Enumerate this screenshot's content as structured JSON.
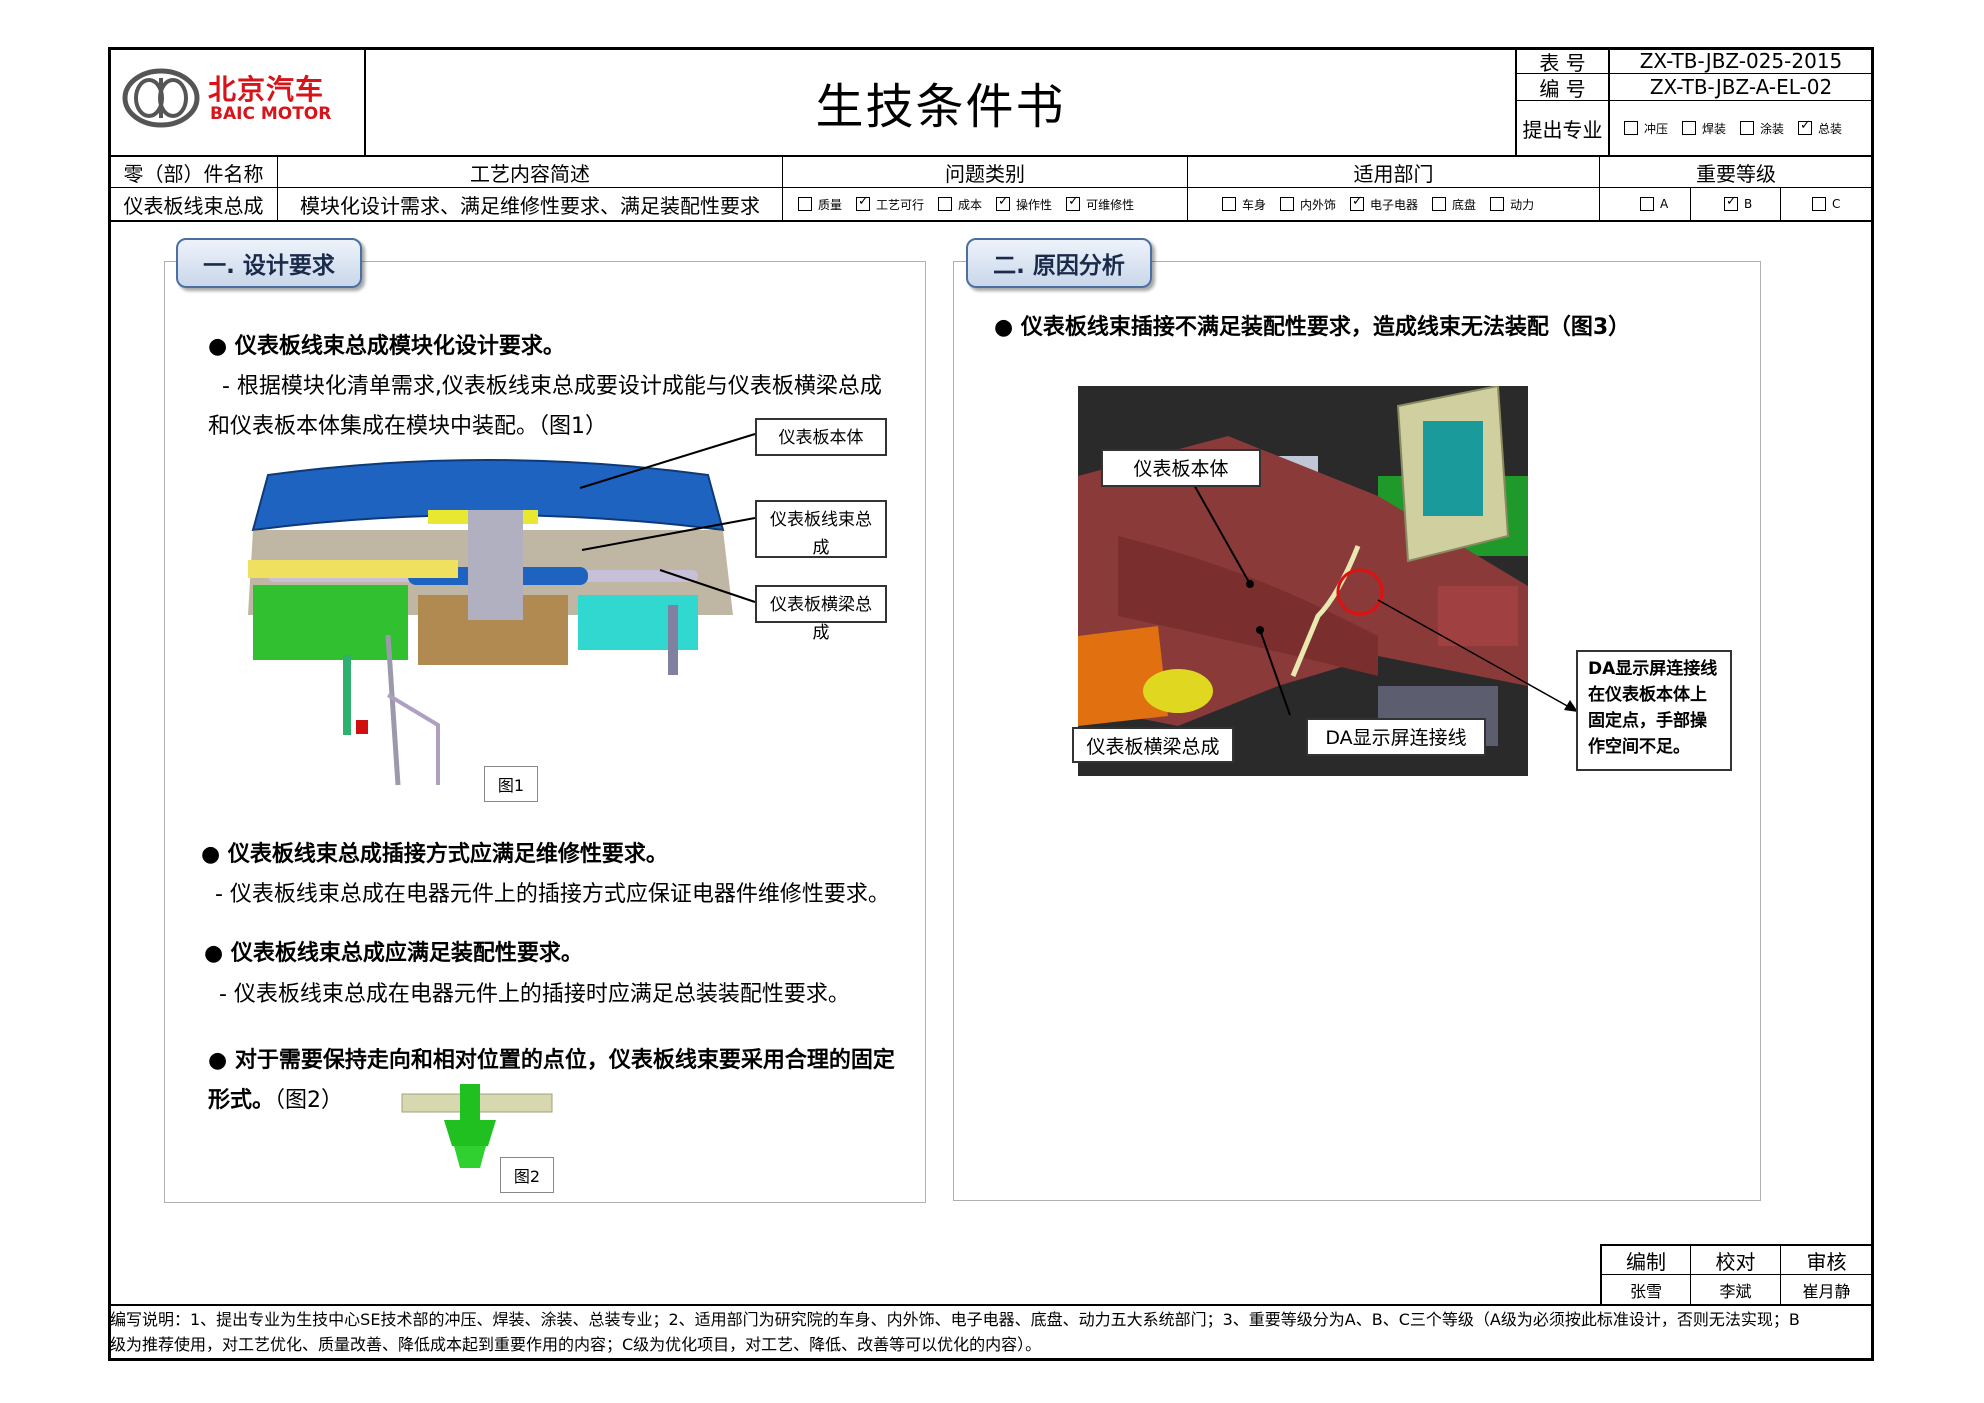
{
  "header": {
    "logo": {
      "cn": "北京汽车",
      "en": "BAIC MOTOR"
    },
    "title": "生技条件书",
    "meta": [
      {
        "label": "表 号",
        "value": "ZX-TB-JBZ-025-2015"
      },
      {
        "label": "编 号",
        "value": "ZX-TB-JBZ-A-EL-02"
      }
    ],
    "specialty": {
      "label": "提出专业",
      "options": [
        {
          "label": "冲压",
          "checked": false
        },
        {
          "label": "焊装",
          "checked": false
        },
        {
          "label": "涂装",
          "checked": false
        },
        {
          "label": "总装",
          "checked": true
        }
      ]
    }
  },
  "info_row": {
    "headers": {
      "part_name": "零（部）件名称",
      "process": "工艺内容简述",
      "problem": "问题类别",
      "dept": "适用部门",
      "level": "重要等级"
    },
    "part_name": "仪表板线束总成",
    "process": "模块化设计需求、满足维修性要求、满足装配性要求",
    "problem_options": [
      {
        "label": "质量",
        "checked": false
      },
      {
        "label": "工艺可行",
        "checked": true
      },
      {
        "label": "成本",
        "checked": false
      },
      {
        "label": "操作性",
        "checked": true
      },
      {
        "label": "可维修性",
        "checked": true
      }
    ],
    "dept_options": [
      {
        "label": "车身",
        "checked": false
      },
      {
        "label": "内外饰",
        "checked": false
      },
      {
        "label": "电子电器",
        "checked": true
      },
      {
        "label": "底盘",
        "checked": false
      },
      {
        "label": "动力",
        "checked": false
      }
    ],
    "level_options": [
      {
        "label": "A",
        "checked": false
      },
      {
        "label": "B",
        "checked": true
      },
      {
        "label": "C",
        "checked": false
      }
    ]
  },
  "left": {
    "tab": "一. 设计要求",
    "p1_title": "● 仪表板线束总成模块化设计要求。",
    "p1_line1": "  - 根据模块化清单需求,仪表板线束总成要设计成能与仪表板横梁总成",
    "p1_line2": "和仪表板本体集成在模块中装配。（图1）",
    "fig1_callouts": [
      "仪表板本体",
      "仪表板线束总成",
      "仪表板横梁总成"
    ],
    "fig1_label": "图1",
    "p2_title": "● 仪表板线束总成插接方式应满足维修性要求。",
    "p2_line": " - 仪表板线束总成在电器元件上的插接方式应保证电器件维修性要求。",
    "p3_title": "● 仪表板线束总成应满足装配性要求。",
    "p3_line": " - 仪表板线束总成在电器元件上的插接时应满足总装装配性要求。",
    "p4_line1": "● 对于需要保持走向和相对位置的点位，仪表板线束要采用合理的固定",
    "p4_line2_bold": "形式。",
    "p4_line2_rest": "（图2）",
    "fig2_label": "图2"
  },
  "right": {
    "tab": "二. 原因分析",
    "p1": "● 仪表板线束插接不满足装配性要求，造成线束无法装配（图3）",
    "fig3_callouts": [
      "仪表板本体",
      "仪表板横梁总成",
      "DA显示屏连接线"
    ],
    "note": "DA显示屏连接线在仪表板本体上固定点，手部操作空间不足。"
  },
  "signoff": {
    "headers": [
      "编制",
      "校对",
      "审核"
    ],
    "names": [
      "张雪",
      "李斌",
      "崔月静"
    ]
  },
  "footer": {
    "line1": "编写说明：1、提出专业为生技中心SE技术部的冲压、焊装、涂装、总装专业；2、适用部门为研究院的车身、内外饰、电子电器、底盘、动力五大系统部门；3、重要等级分为A、B、C三个等级（A级为必须按此标准设计，否则无法实现；B",
    "line2": "级为推荐使用，对工艺优化、质量改善、降低成本起到重要作用的内容；C级为优化项目，对工艺、降低、改善等可以优化的内容）。"
  },
  "colors": {
    "tab_border": "#4a6fa0",
    "dash_blue": "#1f63c0",
    "body_maroon": "#8b3a3a",
    "highlight_red": "#e01010"
  }
}
